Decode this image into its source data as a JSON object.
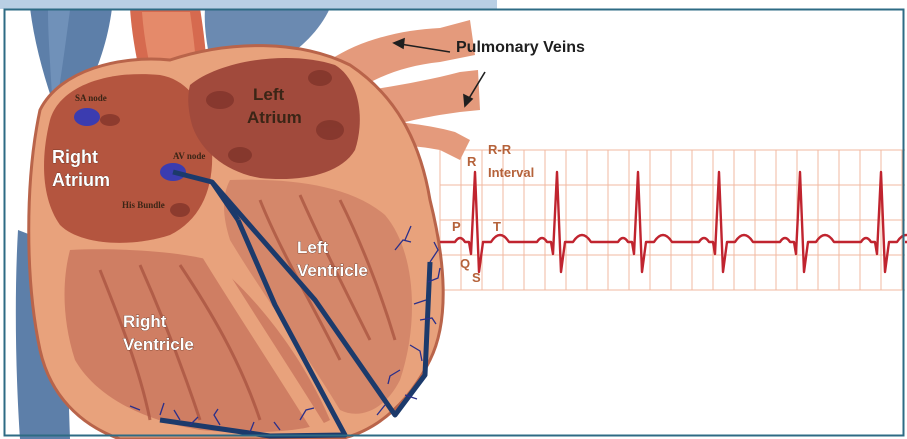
{
  "labels": {
    "pulmonary_veins": "Pulmonary Veins",
    "left_atrium_1": "Left",
    "left_atrium_2": "Atrium",
    "right_atrium_1": "Right",
    "right_atrium_2": "Atrium",
    "left_ventricle_1": "Left",
    "left_ventricle_2": "Ventricle",
    "right_ventricle_1": "Right",
    "right_ventricle_2": "Ventricle",
    "sa_node": "SA node",
    "av_node": "AV node",
    "his_bundle": "His Bundle"
  },
  "ecg": {
    "r": "R",
    "rr_1": "R-R",
    "rr_2": "Interval",
    "p": "P",
    "t": "T",
    "q": "Q",
    "s": "S"
  },
  "colors": {
    "top_bar": "#b9cfe4",
    "frame_border": "#2e6b84",
    "myocardium": "#e8a27c",
    "chamber_fill": "#cf7e63",
    "atrium_fill": "#a14a3c",
    "vessel_blue": "#5d7fa9",
    "conduction_path": "#1c3a6b",
    "ecg_trace": "#c0242f",
    "ecg_grid": "#f2b9a0"
  }
}
